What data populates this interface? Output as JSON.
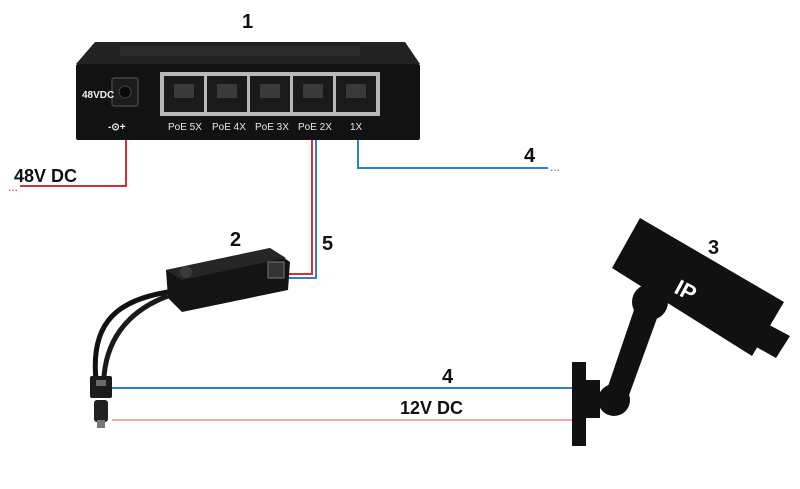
{
  "callouts": {
    "switch": "1",
    "splitter": "2",
    "camera": "3",
    "cable_top": "4",
    "cable_bottom": "4",
    "cable_poe": "5"
  },
  "labels": {
    "power_48v": "48V DC",
    "power_12v": "12V DC"
  },
  "switch": {
    "power_label": "48VDC",
    "polarity": "-⊙+",
    "ports": [
      "PoE 5X",
      "PoE 4X",
      "PoE 3X",
      "PoE 2X",
      "1X"
    ]
  },
  "camera": {
    "badge": "IP"
  },
  "colors": {
    "blue_cable": "#2f7fd0",
    "red_cable": "#d0303c",
    "device_black": "#121212"
  }
}
